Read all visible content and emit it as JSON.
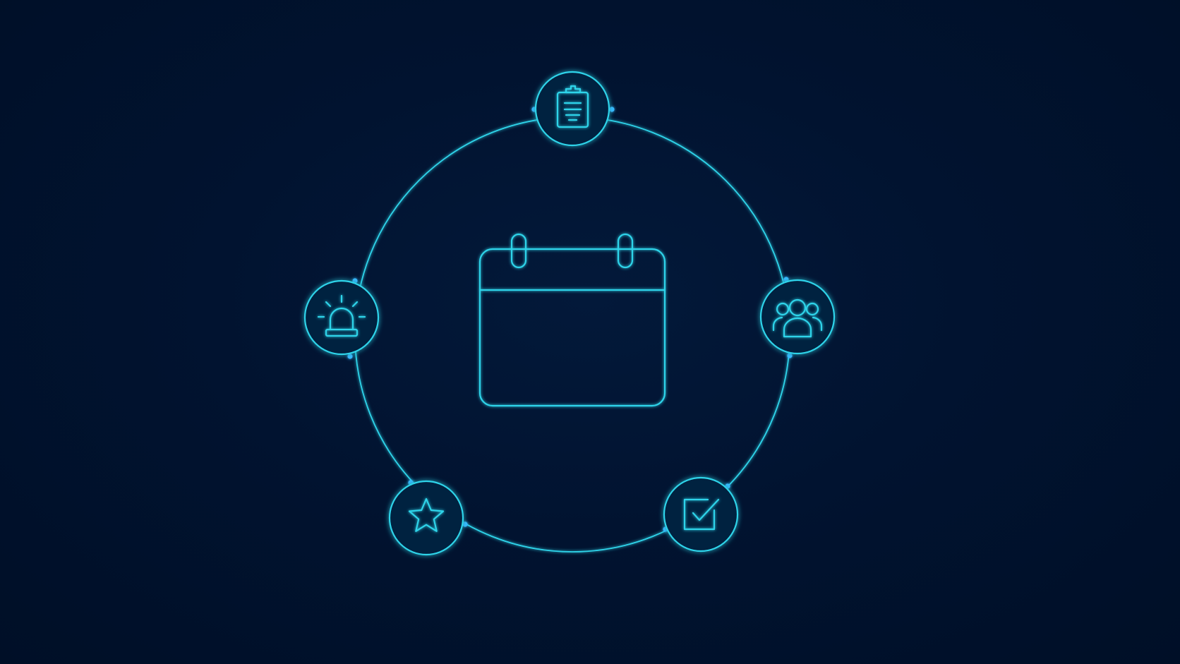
{
  "colors": {
    "background": "#011330",
    "accent": "#2fd4ea",
    "node_fill": "#03203f",
    "glow": "#16b8ff",
    "dot": "#39b7ff"
  },
  "diagram": {
    "center_icon": "calendar-icon",
    "nodes": [
      {
        "id": "clipboard",
        "icon": "clipboard-icon"
      },
      {
        "id": "team",
        "icon": "team-icon"
      },
      {
        "id": "checkbox",
        "icon": "checkbox-icon"
      },
      {
        "id": "star",
        "icon": "star-icon"
      },
      {
        "id": "alarm",
        "icon": "alarm-light-icon"
      }
    ]
  }
}
